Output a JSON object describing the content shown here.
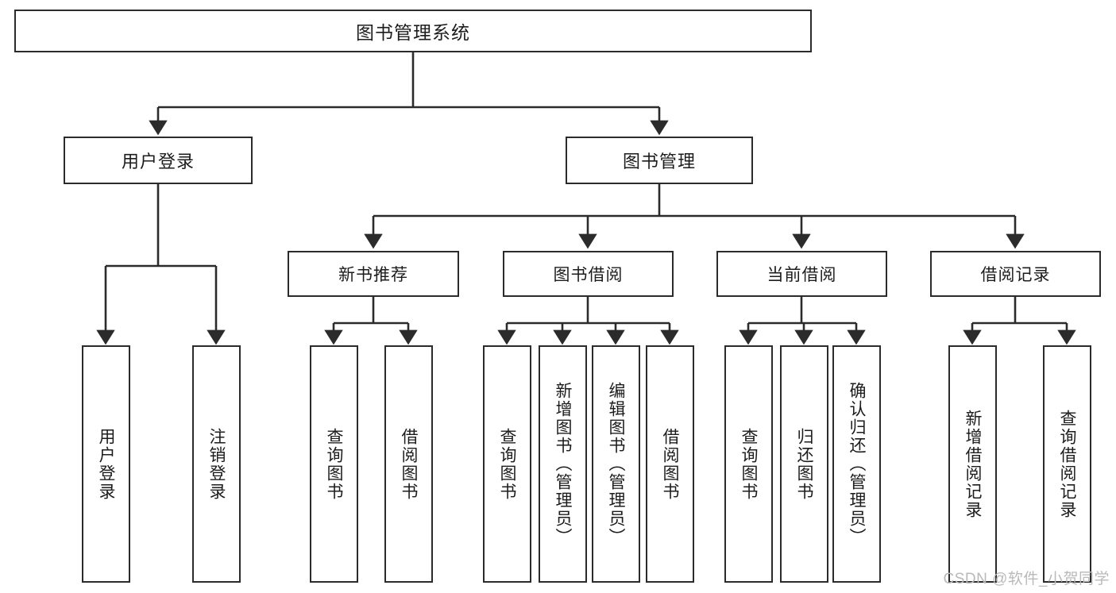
{
  "diagram": {
    "type": "tree-hierarchy",
    "title": "图书管理系统",
    "watermark": "CSDN @软件_小贺同学",
    "colors": {
      "stroke": "#2b2b2b",
      "fill": "#ffffff",
      "text": "#1c1c1c",
      "watermark": "#b9b9b9"
    },
    "nodes": {
      "root": {
        "label": "图书管理系统"
      },
      "level2": [
        {
          "id": "user-login",
          "label": "用户登录"
        },
        {
          "id": "book-manage",
          "label": "图书管理"
        }
      ],
      "level3": [
        {
          "id": "new-book-recommend",
          "label": "新书推荐"
        },
        {
          "id": "book-borrow",
          "label": "图书借阅"
        },
        {
          "id": "current-borrow",
          "label": "当前借阅"
        },
        {
          "id": "borrow-record",
          "label": "借阅记录"
        }
      ],
      "leaves": {
        "user-login": [
          {
            "id": "login",
            "label": "用户登录"
          },
          {
            "id": "logout",
            "label": "注销登录"
          }
        ],
        "new-book-recommend": [
          {
            "id": "query-book-1",
            "label": "查询图书"
          },
          {
            "id": "borrow-book-1",
            "label": "借阅图书"
          }
        ],
        "book-borrow": [
          {
            "id": "query-book-2",
            "label": "查询图书"
          },
          {
            "id": "add-book",
            "label": "新增图书（管理员）"
          },
          {
            "id": "edit-book",
            "label": "编辑图书（管理员）"
          },
          {
            "id": "borrow-book-2",
            "label": "借阅图书"
          }
        ],
        "current-borrow": [
          {
            "id": "query-book-3",
            "label": "查询图书"
          },
          {
            "id": "return-book",
            "label": "归还图书"
          },
          {
            "id": "confirm-return",
            "label": "确认归还（管理员）"
          }
        ],
        "borrow-record": [
          {
            "id": "add-record",
            "label": "新增借阅记录"
          },
          {
            "id": "query-record",
            "label": "查询借阅记录"
          }
        ]
      }
    }
  }
}
